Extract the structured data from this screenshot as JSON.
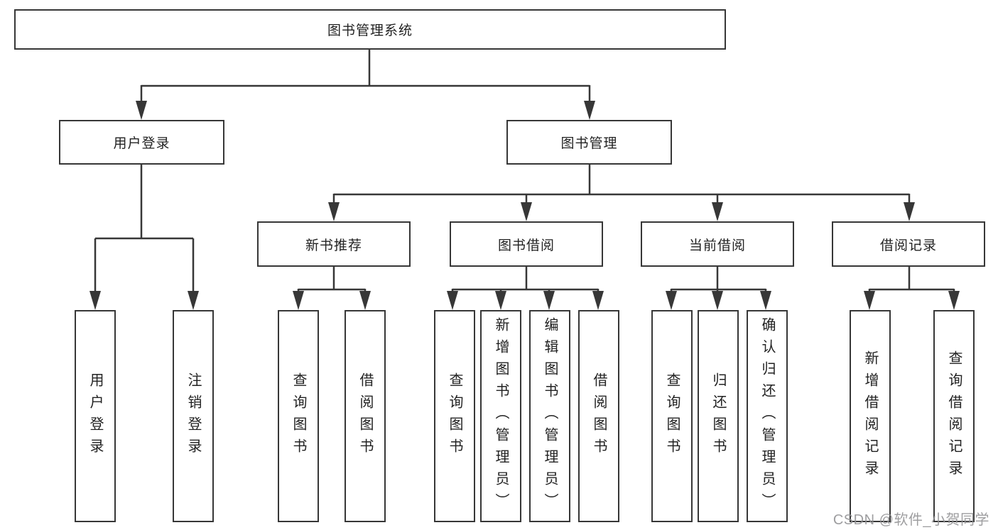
{
  "tree": {
    "root": {
      "label": "图书管理系统"
    },
    "level2": [
      {
        "label": "用户登录"
      },
      {
        "label": "图书管理"
      }
    ],
    "level3": [
      {
        "label": "新书推荐"
      },
      {
        "label": "图书借阅"
      },
      {
        "label": "当前借阅"
      },
      {
        "label": "借阅记录"
      }
    ],
    "leaves": {
      "user_login": [
        {
          "label": "用户登录"
        },
        {
          "label": "注销登录"
        }
      ],
      "new_book": [
        {
          "label": "查询图书"
        },
        {
          "label": "借阅图书"
        }
      ],
      "book_borrow": [
        {
          "label": "查询图书"
        },
        {
          "label": "新增图书（管理员）"
        },
        {
          "label": "编辑图书（管理员）"
        },
        {
          "label": "借阅图书"
        }
      ],
      "current_borrow": [
        {
          "label": "查询图书"
        },
        {
          "label": "归还图书"
        },
        {
          "label": "确认归还（管理员）"
        }
      ],
      "borrow_record": [
        {
          "label": "新增借阅记录"
        },
        {
          "label": "查询借阅记录"
        }
      ]
    }
  },
  "watermark": {
    "text": "CSDN @软件_小贺同学"
  },
  "colors": {
    "line": "#373737",
    "text": "#222222",
    "watermark": "#949496",
    "background": "#ffffff"
  }
}
